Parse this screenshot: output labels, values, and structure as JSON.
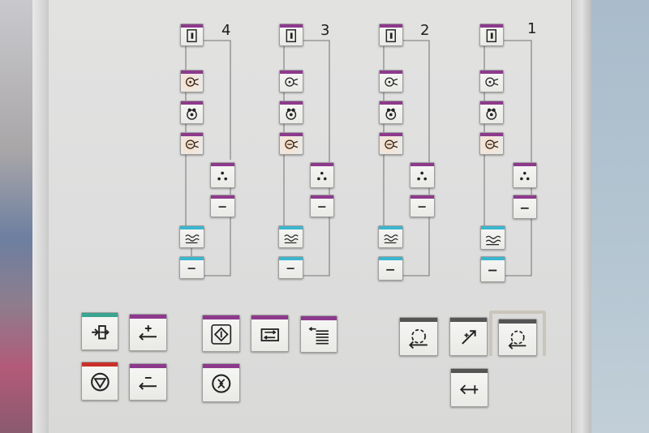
{
  "channels": [
    {
      "label": "4"
    },
    {
      "label": "3"
    },
    {
      "label": "2"
    },
    {
      "label": "1"
    }
  ],
  "key_colors": {
    "purple": "#8d3a8c",
    "cyan": "#3ab6cf",
    "teal": "#3aa591",
    "red": "#c9302b"
  }
}
